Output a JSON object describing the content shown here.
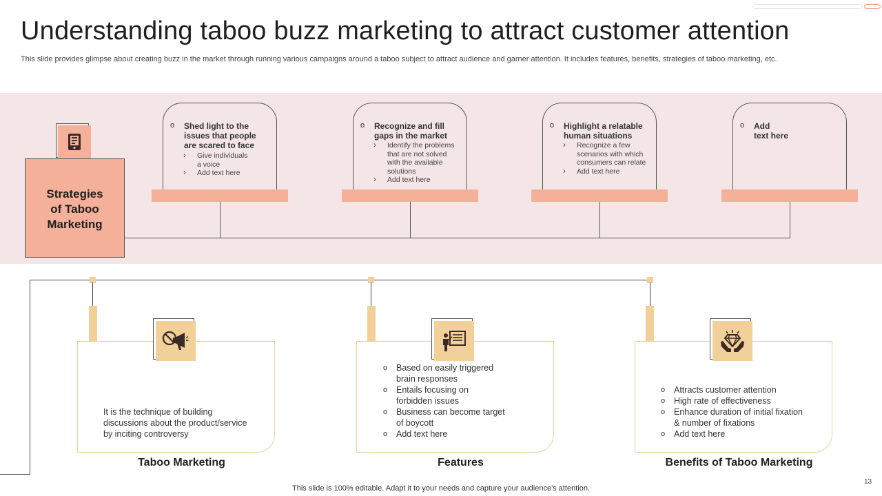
{
  "title": "Understanding taboo buzz marketing to attract customer attention",
  "subtitle": "This slide provides glimpse about creating buzz in the market through running various campaigns around a taboo subject to attract audience and garner attention. It includes features, benefits, strategies of taboo marketing, etc.",
  "strategy": {
    "label_line1": "Strategies",
    "label_line2": "of Taboo",
    "label_line3": "Marketing",
    "icon": "phone-icon"
  },
  "cards": [
    {
      "head": [
        "Shed light to the",
        "issues that people",
        "are scared to face"
      ],
      "subs": [
        [
          "Give individuals",
          "a voice"
        ],
        [
          "Add text here"
        ]
      ]
    },
    {
      "head": [
        "Recognize and fill",
        "gaps in the market"
      ],
      "subs": [
        [
          "Identify the problems",
          "that are not solved",
          "with the available",
          "solutions"
        ],
        [
          "Add text here"
        ]
      ]
    },
    {
      "head": [
        "Highlight  a relatable",
        "human situations"
      ],
      "subs": [
        [
          "Recognize a few",
          "scenarios with which",
          "consumers can relate"
        ],
        [
          "Add text here"
        ]
      ]
    },
    {
      "head": [
        "Add",
        "text here"
      ],
      "subs": []
    }
  ],
  "panels": [
    {
      "label": "Taboo Marketing",
      "icon": "no-megaphone-icon",
      "text": [
        "It is the technique of building",
        "discussions about the product/service",
        "by inciting controversy"
      ]
    },
    {
      "label": "Features",
      "icon": "presentation-board-icon",
      "items": [
        [
          "Based on easily triggered",
          "brain responses"
        ],
        [
          "Entails focusing on",
          "forbidden  issues"
        ],
        [
          "Business can become target",
          "of boycott"
        ],
        [
          "Add text here"
        ]
      ]
    },
    {
      "label": "Benefits  of Taboo Marketing",
      "icon": "diamond-hands-icon",
      "items": [
        [
          "Attracts customer attention"
        ],
        [
          "High rate of effectiveness"
        ],
        [
          "Enhance duration of initial fixation",
          "& number  of fixations"
        ],
        [
          "Add text here"
        ]
      ]
    }
  ],
  "footer": "This slide is 100% editable. Adapt it to your needs and capture your audience's attention.",
  "page_number": "13",
  "colors": {
    "band": "#f4e6e6",
    "salmon": "#f5b099",
    "sand": "#f2d09a",
    "panel_border": "#e8cfa0"
  }
}
